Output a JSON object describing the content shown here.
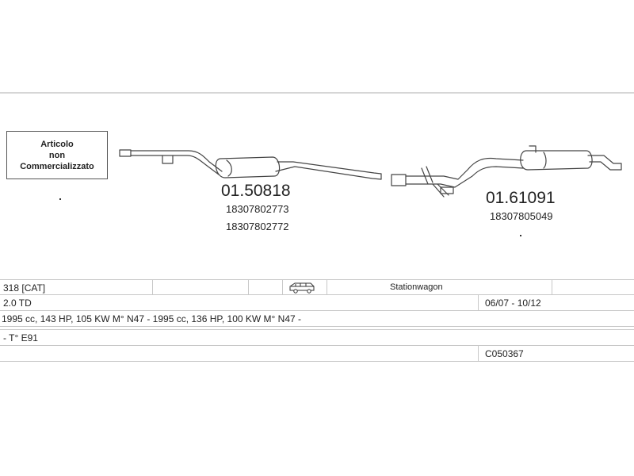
{
  "notice": {
    "line1": "Articolo",
    "line2": "non",
    "line3": "Commercializzato"
  },
  "parts": [
    {
      "code": "01.50818",
      "oe_numbers": [
        "18307802773",
        "18307802772"
      ]
    },
    {
      "code": "01.61091",
      "oe_numbers": [
        "18307805049"
      ]
    }
  ],
  "vehicle_table": {
    "model": "318  [CAT]",
    "body_type": "Stationwagon",
    "body_icon": "car-icon",
    "engine": "2.0 TD",
    "production_period": "06/07 - 10/12",
    "engine_specs": "1995 cc, 143 HP, 105 KW M° N47 - 1995 cc, 136 HP, 100 KW M° N47 -",
    "type_code": "- T° E91",
    "catalog_code": "C050367"
  },
  "colors": {
    "line": "#444444",
    "grid": "#c8c8c8",
    "text": "#222222"
  }
}
